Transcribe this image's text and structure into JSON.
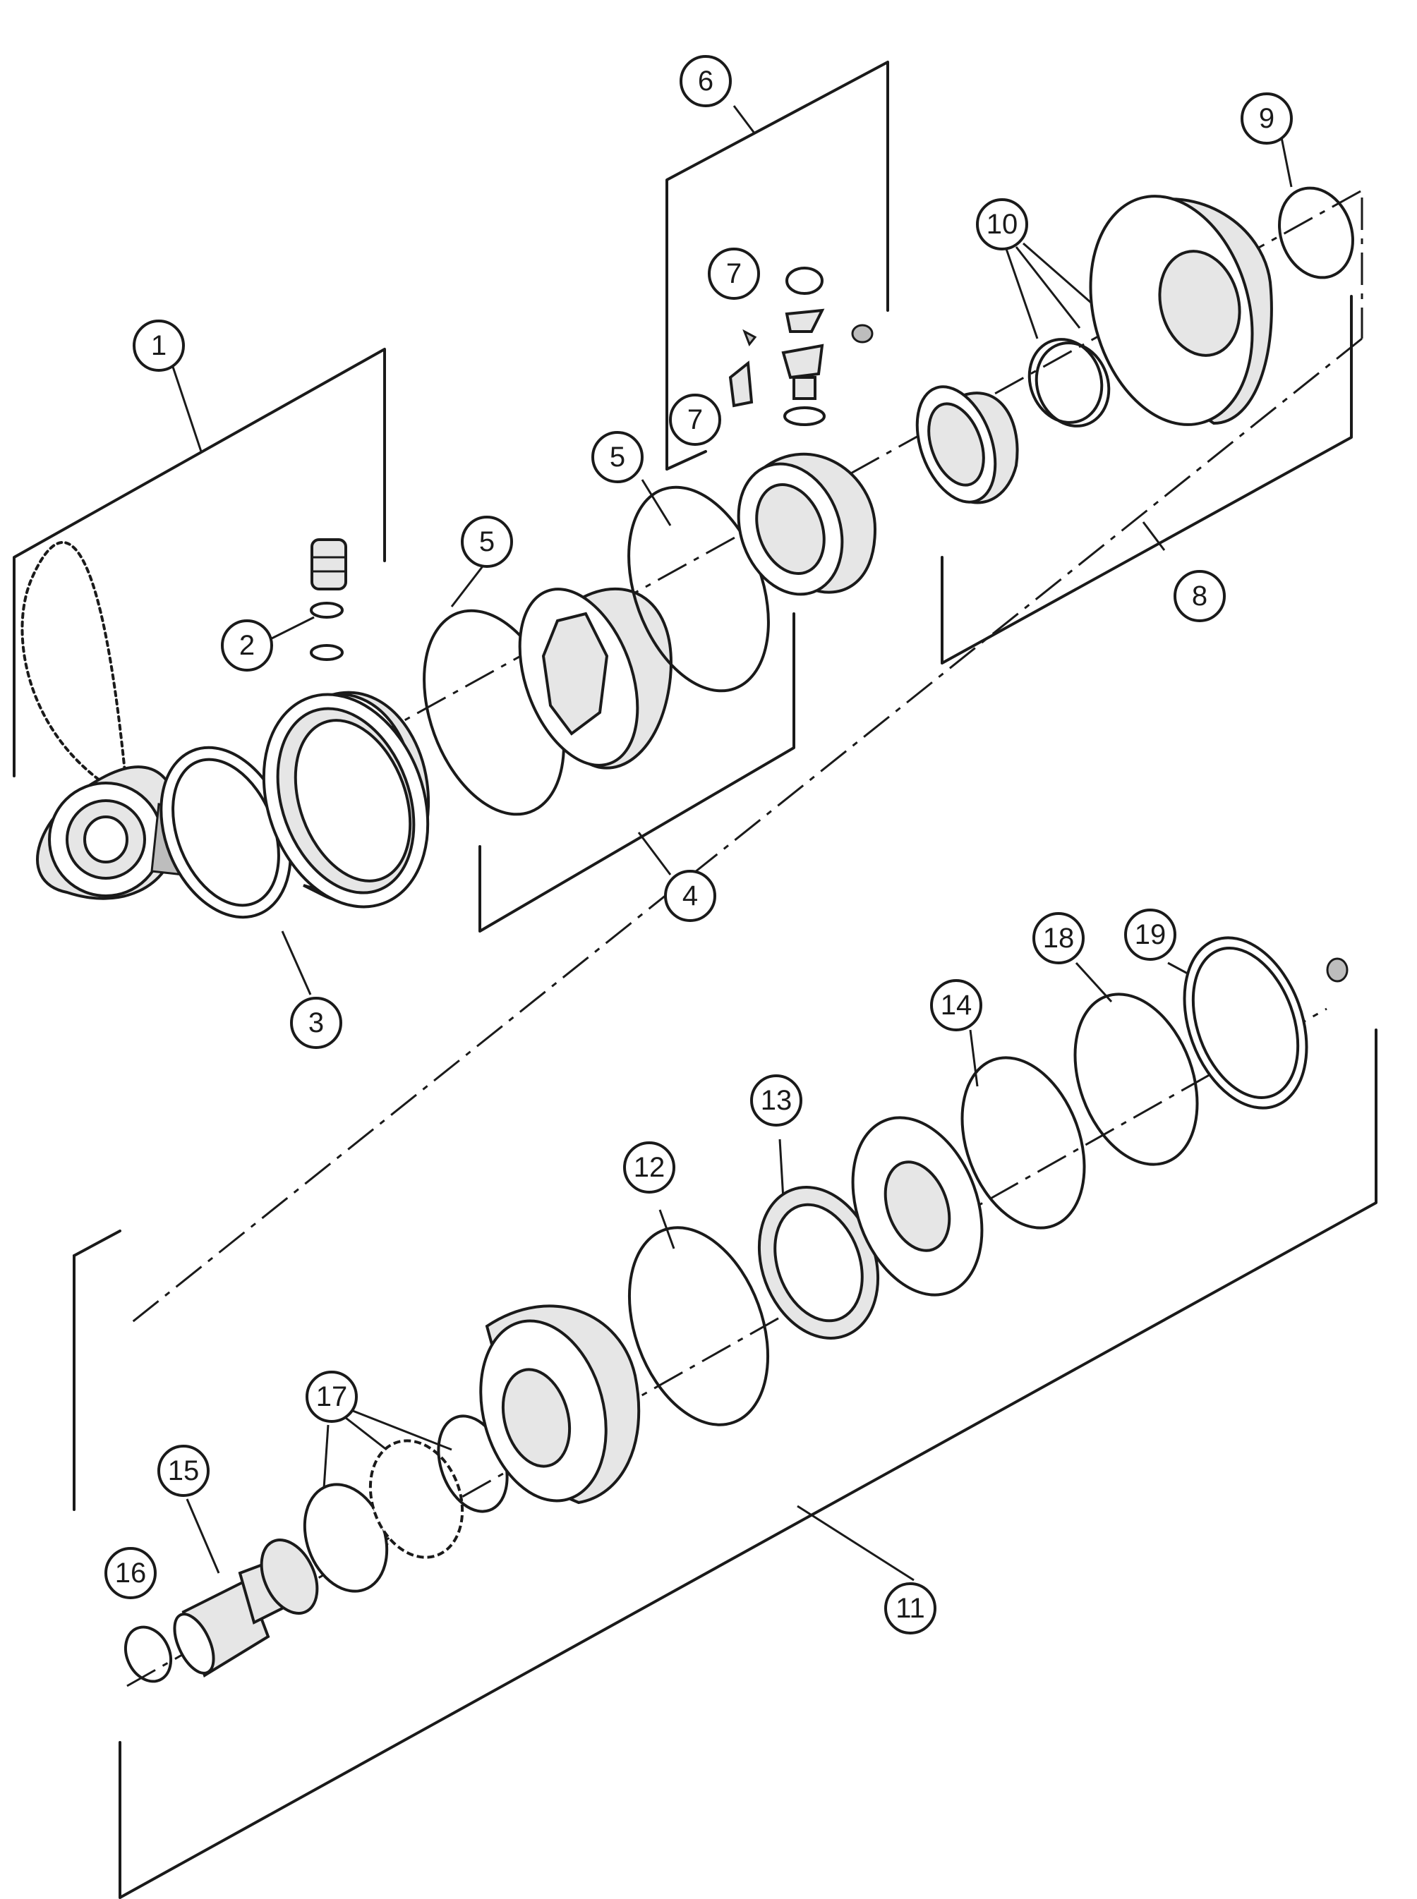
{
  "callouts": {
    "c1": "1",
    "c2": "2",
    "c3": "3",
    "c4": "4",
    "c5a": "5",
    "c5b": "5",
    "c6": "6",
    "c7a": "7",
    "c7b": "7",
    "c8": "8",
    "c9": "9",
    "c10": "10",
    "c11": "11",
    "c12": "12",
    "c13": "13",
    "c14": "14",
    "c15": "15",
    "c16": "16",
    "c17": "17",
    "c18": "18",
    "c19": "19"
  },
  "colors": {
    "line": "#1a1a1a",
    "part_fill": "#e6e6e6",
    "background": "#ffffff"
  }
}
